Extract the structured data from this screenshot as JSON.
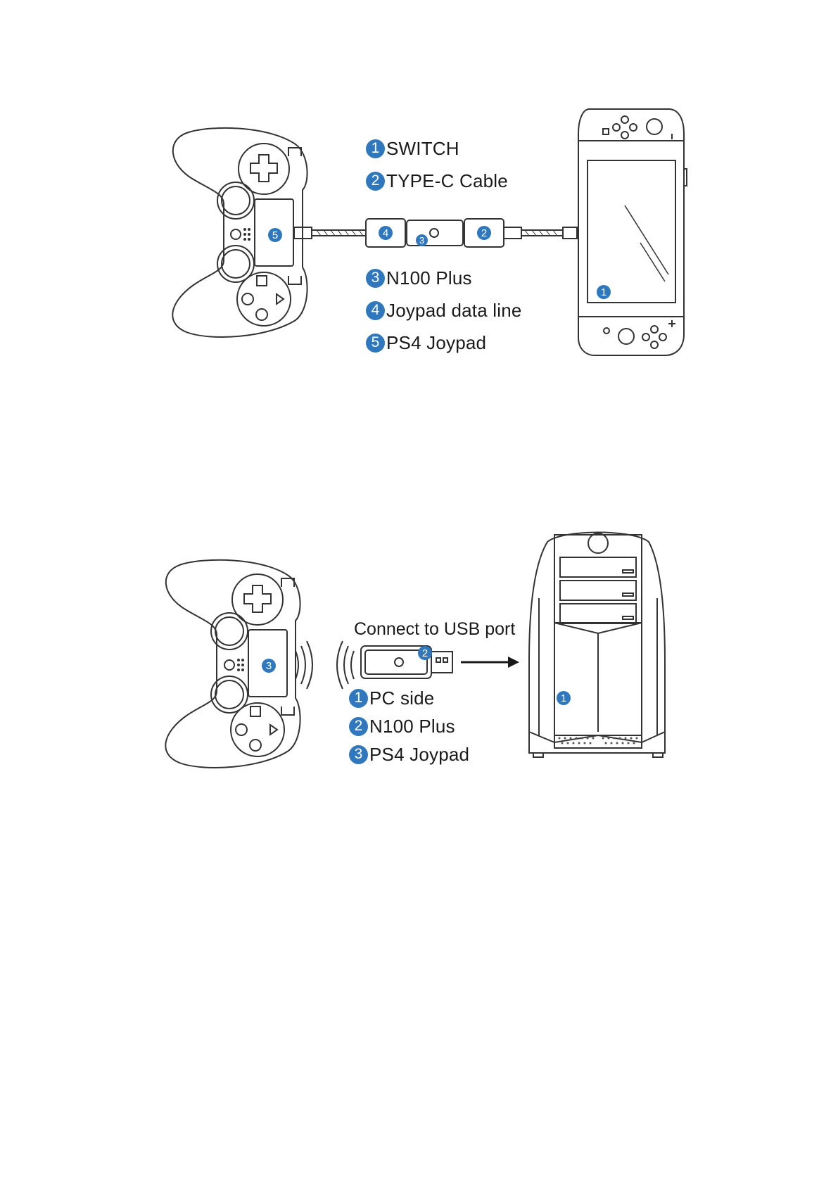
{
  "switch_diagram": {
    "legend": [
      {
        "num": "1",
        "label": "SWITCH"
      },
      {
        "num": "2",
        "label": "TYPE-C Cable"
      },
      {
        "num": "3",
        "label": "N100 Plus"
      },
      {
        "num": "4",
        "label": "Joypad data line"
      },
      {
        "num": "5",
        "label": "PS4 Joypad"
      }
    ],
    "markers": {
      "joypad": "5",
      "data_line": "4",
      "adapter": "3",
      "type_c": "2",
      "console": "1"
    }
  },
  "pc_diagram": {
    "caption": "Connect to USB port",
    "legend": [
      {
        "num": "1",
        "label": "PC side"
      },
      {
        "num": "2",
        "label": "N100 Plus"
      },
      {
        "num": "3",
        "label": "PS4 Joypad"
      }
    ],
    "markers": {
      "joypad": "3",
      "adapter": "2",
      "tower": "1"
    }
  },
  "colors": {
    "accent": "#2f78bd",
    "line": "#333333"
  },
  "icons": [
    "ps4-controller-icon",
    "nintendo-switch-icon",
    "usb-adapter-icon",
    "pc-tower-icon",
    "wireless-signal-icon",
    "arrow-right-icon"
  ]
}
